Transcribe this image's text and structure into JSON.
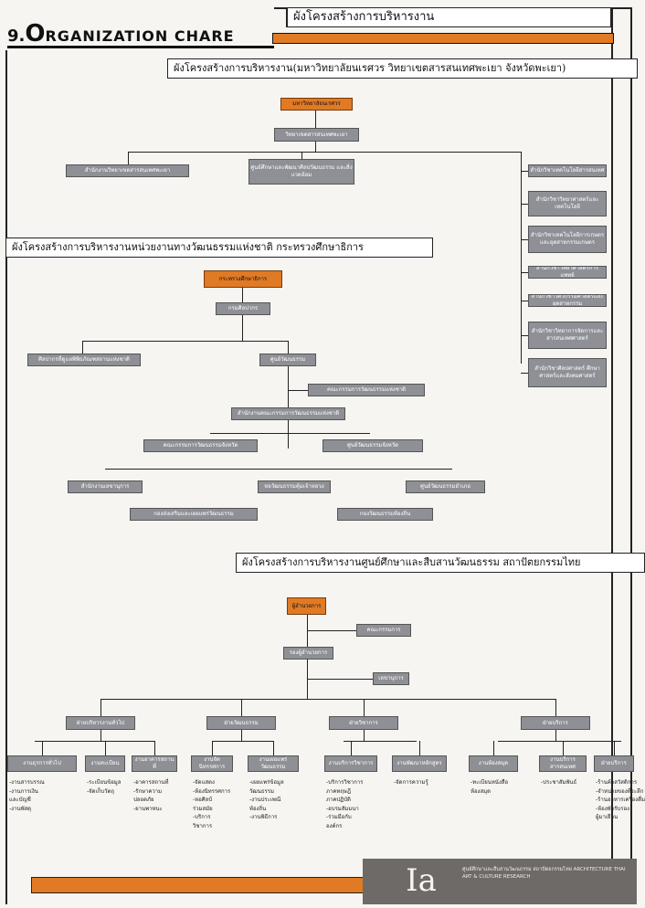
{
  "page": {
    "section_label": "9.",
    "title_big": "O",
    "title_rest": "RGANIZATION CHARE",
    "title_thai": "ผังโครงสร้างการบริหารงาน"
  },
  "chart1": {
    "header": "ผังโครงสร้างการบริหารงาน(มหาวิทยาลัยนเรศวร วิทยาเขตสารสนเทศพะเยา จังหวัดพะเยา)",
    "top": "มหาวิทยาลัยนเรศวร",
    "second": "วิทยาเขตสารสนเทศพะเยา",
    "left": "สำนักงานวิทยาเขตสารสนเทศพะเยา",
    "mid": "ศูนย์ศึกษาและพัฒนาศิลปวัฒนธรรม และสิ่งแวดล้อม",
    "right_items": [
      "สำนักวิชาเทคโนโลยีสารสนเทศ",
      "สำนักวิชาวิทยาศาสตร์และเทคโนโลยี",
      "สำนักวิชาเทคโนโลยีการเกษตรและอุตสาหกรรมเกษตร",
      "สำนักวิชาวิทยาศาสตร์การแพทย์",
      "สำนักวิชาวิศวกรรมศาสตร์และอุตสาหกรรม",
      "สำนักวิชาวิทยาการจัดการและสารสนเทศศาสตร์",
      "สำนักวิชาศิลปศาสตร์ ศึกษาศาสตร์และสังคมศาสตร์"
    ]
  },
  "chart2": {
    "header": "ผังโครงสร้างการบริหารงานหน่วยงานทางวัฒนธรรมแห่งชาติ กระทรวงศึกษาธิการ",
    "top": "กระทรวงศึกษาธิการ",
    "second": "กรมศิลปากร",
    "left": "ศิลปากรที่ดูแลพิพิธภัณฑสถานแห่งชาติ",
    "center": "ศูนย์วัฒนธรรม",
    "council": "คณะกรรมการวัฒนธรรมแห่งชาติ",
    "office": "สำนักงานคณะกรรมการวัฒนธรรมแห่งชาติ",
    "prov_council": "คณะกรรมการวัฒนธรรมจังหวัด",
    "prov_center": "ศูนย์วัฒนธรรมจังหวัด",
    "row4": [
      "สำนักงานเลขานุการ",
      "หอวัฒนธรรมคุ้มเจ้าหลวง",
      "ศูนย์วัฒนธรรมอำเภอ"
    ],
    "row5": [
      "กองส่งเสริมและเผยแพร่วัฒนธรรม",
      "กองวัฒนธรรมท้องถิ่น"
    ]
  },
  "chart3": {
    "header": "ผังโครงสร้างการบริหารงานศูนย์ศึกษาและสืบสานวัฒนธรรม สถาปัตยกรรมไทย",
    "top": "ผู้อำนวยการ",
    "committee": "คณะกรรมการ",
    "deputy": "รองผู้อำนวยการ",
    "secretary": "เลขานุการ",
    "divisions": [
      "ฝ่ายบริหารงานทั่วไป",
      "ฝ่ายวัฒนธรรม",
      "ฝ่ายวิชาการ",
      "ฝ่ายบริการ"
    ],
    "units": [
      "งานธุรการทั่วไป",
      "งานทะเบียน",
      "งานอาคารสถานที่",
      "งานจัดนิทรรศการ",
      "งานเผยแพร่วัฒนธรรม",
      "งานบริการวิชาการ",
      "งานพัฒนาหลักสูตร",
      "งานห้องสมุด",
      "งานบริการสารสนเทศ",
      "ฝ่ายบริการ"
    ],
    "lists": [
      [
        "-งานสารบรรณ",
        "-งานการเงิน",
        "และบัญชี",
        "-งานพัสดุ"
      ],
      [
        "-ระเบียนข้อมูล",
        "-จัดเก็บวัตถุ"
      ],
      [
        "-อาคารสถานที่",
        "-รักษาความ",
        "ปลอดภัย",
        "-ยานพาหนะ"
      ],
      [
        "-จัดแสดง",
        "-ห้องนิทรรศการ",
        "-หอศิลป์",
        "ร่วมสมัย",
        "-บริการ",
        "วิชาการ"
      ],
      [
        "-เผยแพร่ข้อมูล",
        "วัฒนธรรม",
        "-งานประเพณี",
        "ท้องถิ่น",
        "-งานพิธีการ"
      ],
      [
        "-บริการวิชาการ",
        "ภาคทฤษฎี",
        "ภาคปฏิบัติ",
        "-อบรมสัมมนา",
        "-ร่วมมือกับ",
        "องค์กร"
      ],
      [
        "-จัดการความรู้"
      ],
      [
        "-ทะเบียนหนังสือ",
        "ห้องสมุด"
      ],
      [
        "-ประชาสัมพันธ์"
      ],
      [
        "-ร้านค้าสวัสดิการ",
        "-จำหน่ายของที่ระลึก",
        "-ร้านอาหารเครื่องดื่ม",
        "-ห้องพักรับรอง",
        "ผู้มาเยือน"
      ]
    ]
  },
  "footer": {
    "logo": "Ia",
    "info": "ศูนย์ศึกษาและสืบสานวัฒนธรรม สถาปัตยกรรมไทย ARCHITECTURE THAI ART & CULTURE RESEARCH"
  },
  "colors": {
    "accent": "#e07a25",
    "box": "#8e9096",
    "line": "#222222"
  }
}
